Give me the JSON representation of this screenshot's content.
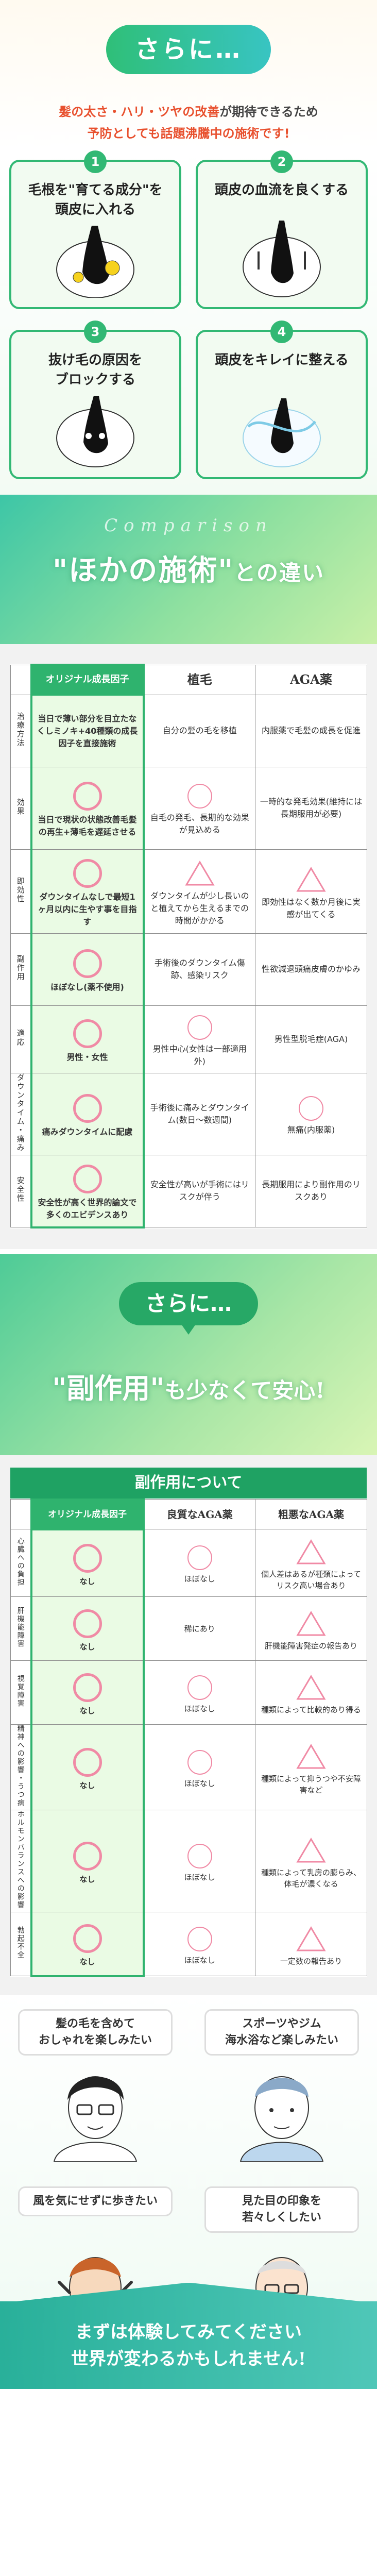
{
  "intro": {
    "badge": "さらに…",
    "lead_line1_highlight": "髪の太さ・ハリ・ツヤの改善",
    "lead_line1_rest": "が期待できるため",
    "lead_line2": "予防としても話題沸騰中の施術です!"
  },
  "benefits": [
    {
      "num": "1",
      "line1": "毛根を\"育てる成分\"を",
      "line2": "頭皮に入れる"
    },
    {
      "num": "2",
      "line1": "頭皮の血流を良くする",
      "line2": ""
    },
    {
      "num": "3",
      "line1": "抜け毛の原因を",
      "line2": "ブロックする"
    },
    {
      "num": "4",
      "line1": "頭皮をキレイに整える",
      "line2": ""
    }
  ],
  "comparison": {
    "en": "Comparison",
    "title_main": "\"ほかの施術\"",
    "title_tail": "との違い",
    "headers": [
      "オリジナル成長因子",
      "植毛",
      "AGA薬"
    ],
    "rows": [
      {
        "label": "治療方法",
        "cells": [
          {
            "sym": "none",
            "text": "当日で薄い部分を目立たなくしミノキ+40種類の成長因子を直接施術"
          },
          {
            "sym": "none",
            "text": "自分の髪の毛を移植"
          },
          {
            "sym": "none",
            "text": "内服薬で毛髪の成長を促進"
          }
        ]
      },
      {
        "label": "効果",
        "cells": [
          {
            "sym": "circle",
            "text": "当日で現状の状態改善毛髪の再生+薄毛を遅延させる"
          },
          {
            "sym": "circle",
            "text": "自毛の発毛、長期的な効果が見込める"
          },
          {
            "sym": "none",
            "text": "一時的な発毛効果(維持には長期服用が必要)"
          }
        ]
      },
      {
        "label": "即効性",
        "cells": [
          {
            "sym": "circle",
            "text": "ダウンタイムなしで最短1ヶ月以内に生やす事を目指す"
          },
          {
            "sym": "triangle",
            "text": "ダウンタイムが少し長いのと植えてから生えるまでの時間がかかる"
          },
          {
            "sym": "triangle",
            "text": "即効性はなく数か月後に実感が出てくる"
          }
        ]
      },
      {
        "label": "副作用",
        "cells": [
          {
            "sym": "circle",
            "text": "ほぼなし(薬不使用)"
          },
          {
            "sym": "none",
            "text": "手術後のダウンタイム傷跡、感染リスク"
          },
          {
            "sym": "none",
            "text": "性欲減退頭痛皮膚のかゆみ"
          }
        ]
      },
      {
        "label": "適応",
        "cells": [
          {
            "sym": "circle",
            "text": "男性・女性"
          },
          {
            "sym": "circle",
            "text": "男性中心(女性は一部適用外)"
          },
          {
            "sym": "none",
            "text": "男性型脱毛症(AGA)"
          }
        ]
      },
      {
        "label": "ダウンタイム・痛み",
        "cells": [
          {
            "sym": "circle",
            "text": "痛みダウンタイムに配慮"
          },
          {
            "sym": "none",
            "text": "手術後に痛みとダウンタイム(数日〜数週間)"
          },
          {
            "sym": "circle",
            "text": "無痛(内服薬)"
          }
        ]
      },
      {
        "label": "安全性",
        "cells": [
          {
            "sym": "circle",
            "text": "安全性が高く世界的論文で多くのエビデンスあり"
          },
          {
            "sym": "none",
            "text": "安全性が高いが手術にはリスクが伴う"
          },
          {
            "sym": "none",
            "text": "長期服用により副作用のリスクあり"
          }
        ]
      }
    ]
  },
  "side_effects_intro": {
    "badge": "さらに…",
    "title_main": "\"副作用\"",
    "title_tail": "も少なくて安心!"
  },
  "side_effects": {
    "heading": "副作用について",
    "headers": [
      "オリジナル成長因子",
      "良質なAGA薬",
      "粗悪なAGA薬"
    ],
    "rows": [
      {
        "label": "心臓への負担",
        "cells": [
          {
            "sym": "circle",
            "text": "なし"
          },
          {
            "sym": "circle",
            "text": "ほぼなし"
          },
          {
            "sym": "triangle",
            "text": "個人差はあるが種類によってリスク高い場合あり"
          }
        ]
      },
      {
        "label": "肝機能障害",
        "cells": [
          {
            "sym": "circle",
            "text": "なし"
          },
          {
            "sym": "none",
            "text": "稀にあり"
          },
          {
            "sym": "triangle",
            "text": "肝機能障害発症の報告あり"
          }
        ]
      },
      {
        "label": "視覚障害",
        "cells": [
          {
            "sym": "circle",
            "text": "なし"
          },
          {
            "sym": "circle",
            "text": "ほぼなし"
          },
          {
            "sym": "triangle",
            "text": "種類によって比較的あり得る"
          }
        ]
      },
      {
        "label": "精神への影響・うつ病",
        "cells": [
          {
            "sym": "circle",
            "text": "なし"
          },
          {
            "sym": "circle",
            "text": "ほぼなし"
          },
          {
            "sym": "triangle",
            "text": "種類によって抑うつや不安障害など"
          }
        ]
      },
      {
        "label": "ホルモンバランスへの影響",
        "cells": [
          {
            "sym": "circle",
            "text": "なし"
          },
          {
            "sym": "circle",
            "text": "ほぼなし"
          },
          {
            "sym": "triangle",
            "text": "種類によって乳房の膨らみ、体毛が濃くなる"
          }
        ]
      },
      {
        "label": "勃起不全",
        "cells": [
          {
            "sym": "circle",
            "text": "なし"
          },
          {
            "sym": "circle",
            "text": "ほぼなし"
          },
          {
            "sym": "triangle",
            "text": "一定数の報告あり"
          }
        ]
      }
    ]
  },
  "lifestyle": [
    {
      "line1": "髪の毛を含めて",
      "line2": "おしゃれを楽しみたい"
    },
    {
      "line1": "スポーツやジム",
      "line2": "海水浴など楽しみたい"
    },
    {
      "line1": "風を気にせずに歩きたい",
      "line2": ""
    },
    {
      "line1": "見た目の印象を",
      "line2": "若々しくしたい"
    }
  ],
  "cta": {
    "line1": "まずは体験してみてください",
    "line2": "世界が変わるかもしれません!"
  },
  "colors": {
    "accent": "#2fb36e",
    "highlight": "#e8502e",
    "mark": "#f08aa5"
  }
}
